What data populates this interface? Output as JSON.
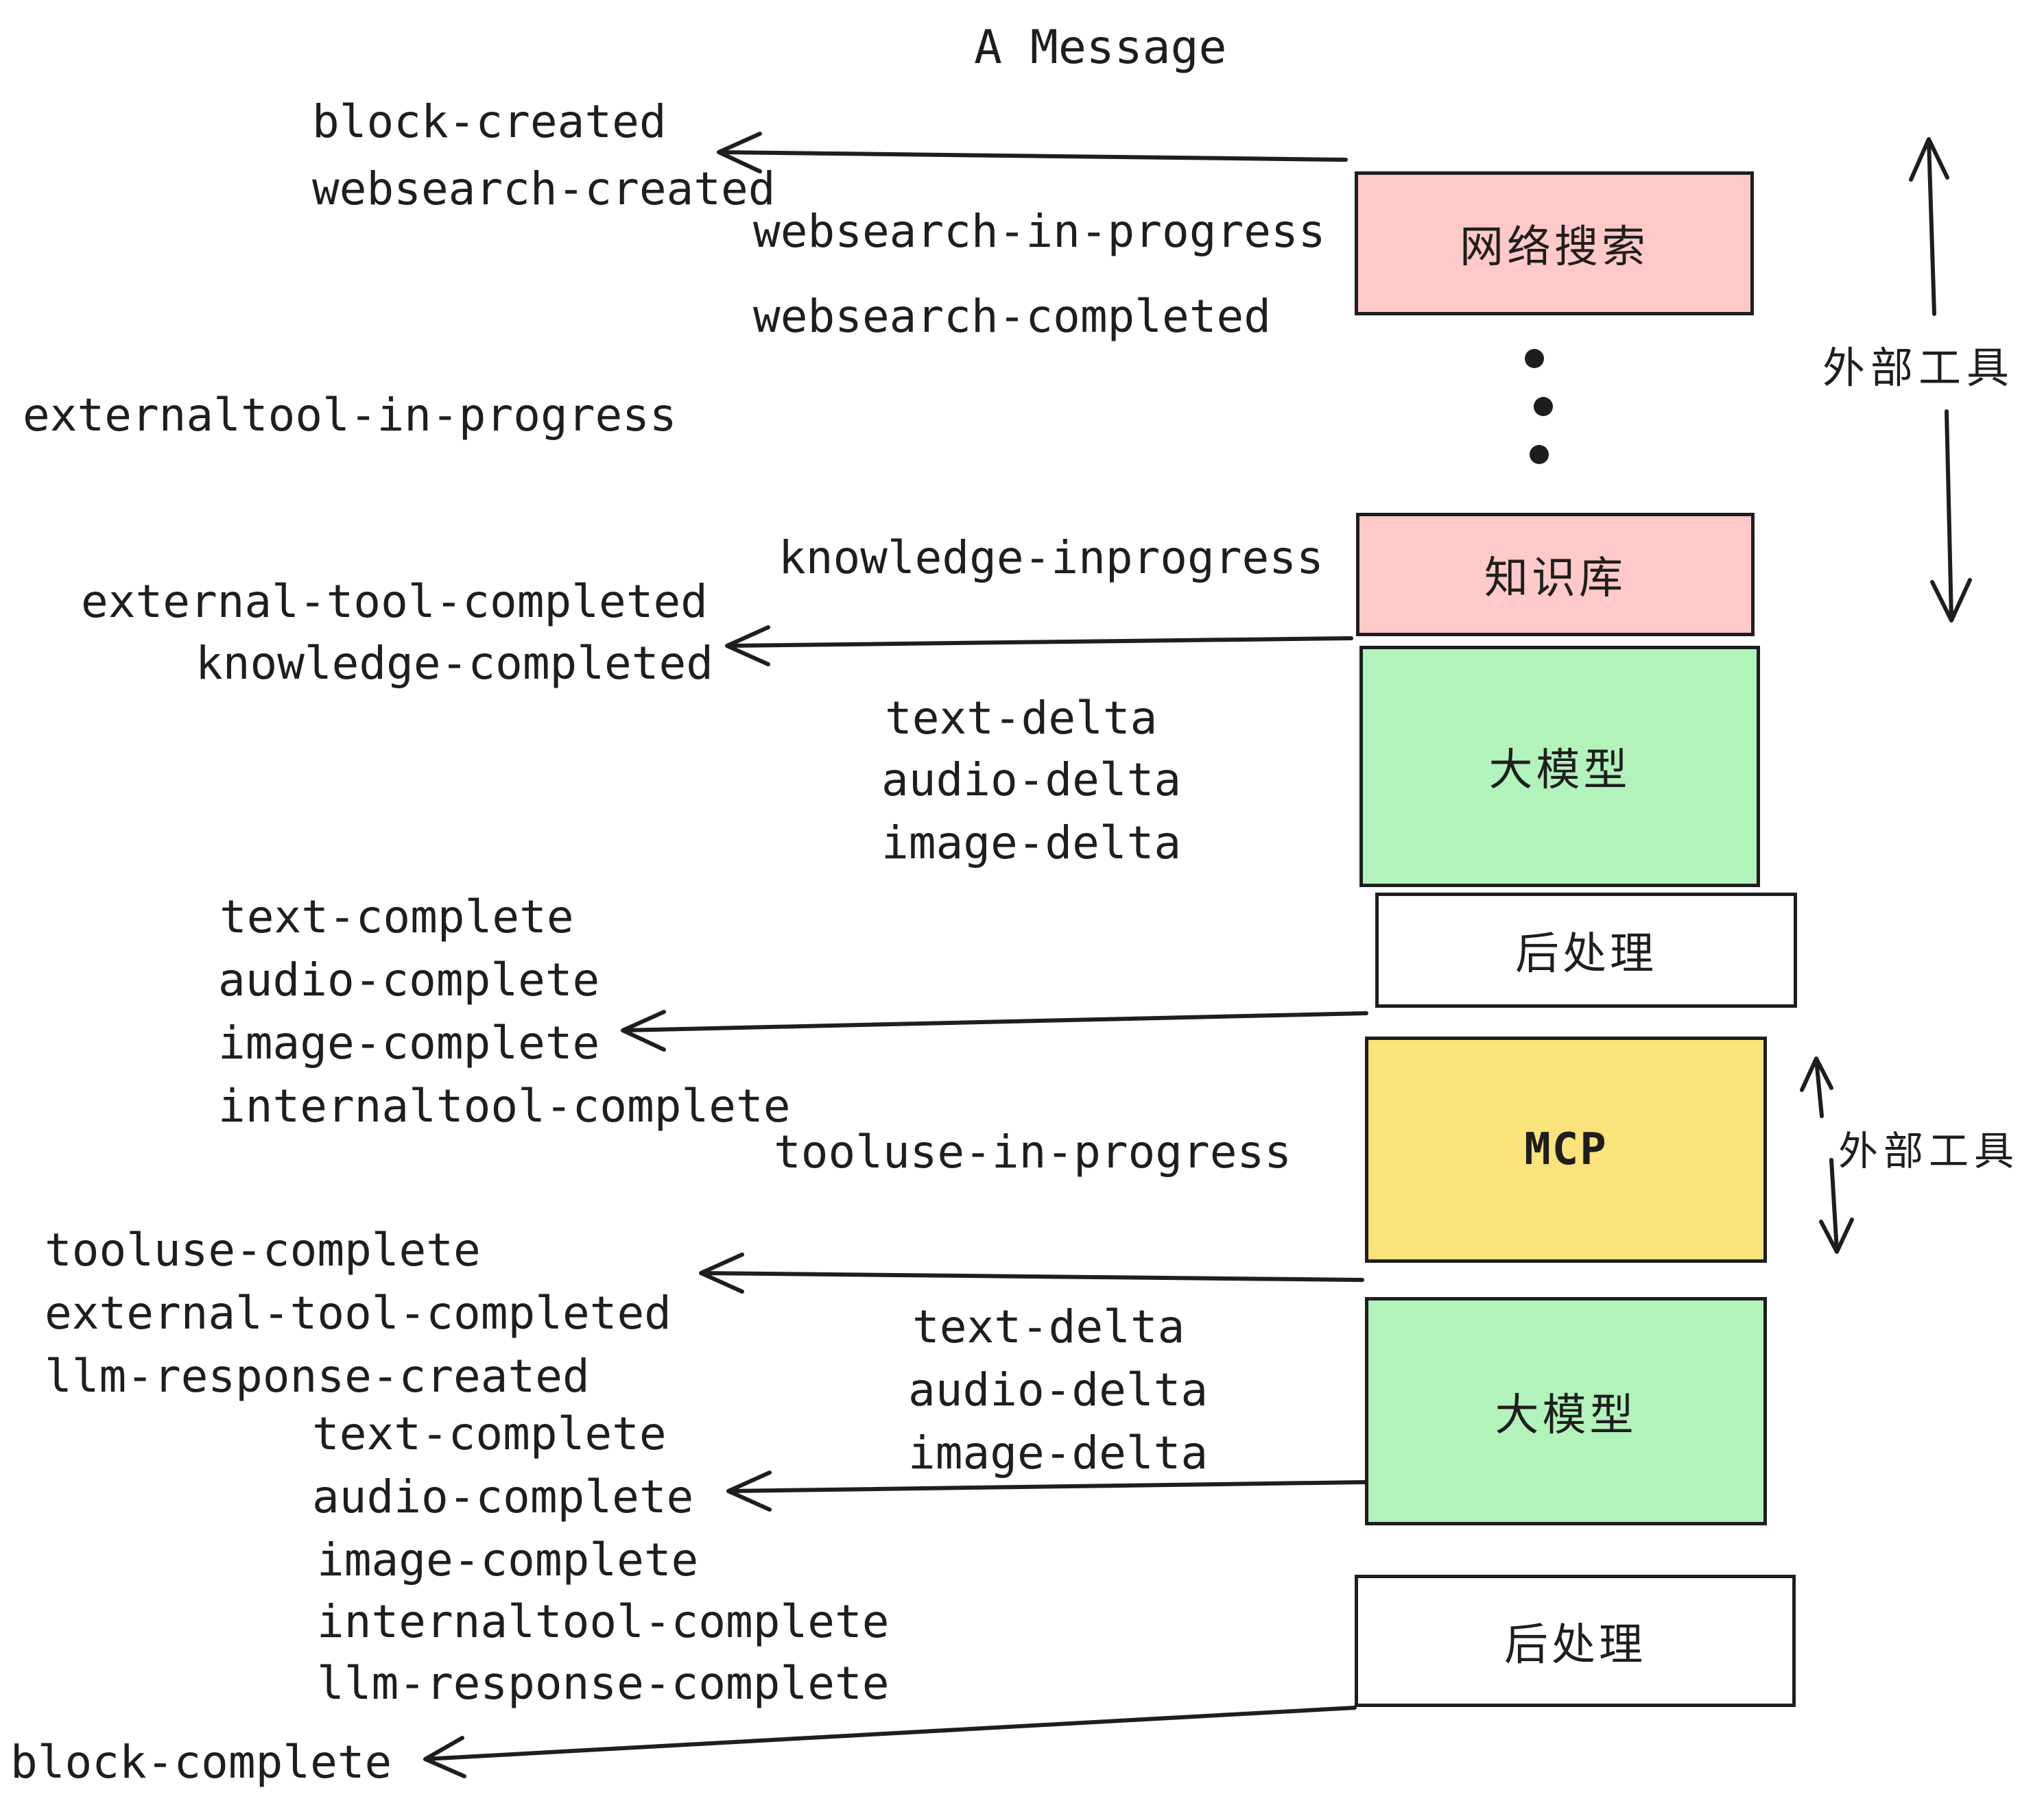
{
  "title": "A Message",
  "colors": {
    "stroke": "#1e1e1e",
    "pink": "#ffc9c9",
    "green": "#b2f2bb",
    "yellow": "#fbe37c",
    "white": "#ffffff"
  },
  "events": {
    "block_created": "block-created",
    "websearch_created": "websearch-created",
    "websearch_in_progress": "websearch-in-progress",
    "websearch_completed": "websearch-completed",
    "externaltool_in_progress": "externaltool-in-progress",
    "knowledge_inprogress": "knowledge-inprogress",
    "external_tool_completed": "external-tool-completed",
    "knowledge_completed": "knowledge-completed",
    "text_delta": "text-delta",
    "audio_delta": "audio-delta",
    "image_delta": "image-delta",
    "text_complete": "text-complete",
    "audio_complete": "audio-complete",
    "image_complete": "image-complete",
    "internaltool_complete": "internaltool-complete",
    "tooluse_in_progress": "tooluse-in-progress",
    "tooluse_complete": "tooluse-complete",
    "llm_response_created": "llm-response-created",
    "llm_response_complete": "llm-response-complete",
    "block_complete": "block-complete"
  },
  "boxes": [
    {
      "label": "网络搜索",
      "color": "pink"
    },
    {
      "label": "知识库",
      "color": "pink"
    },
    {
      "label": "大模型",
      "color": "green"
    },
    {
      "label": "后处理",
      "color": "white"
    },
    {
      "label": "MCP",
      "color": "yellow"
    },
    {
      "label": "大模型",
      "color": "green"
    },
    {
      "label": "后处理",
      "color": "white"
    }
  ],
  "annotations": {
    "external_tools": "外部工具"
  }
}
